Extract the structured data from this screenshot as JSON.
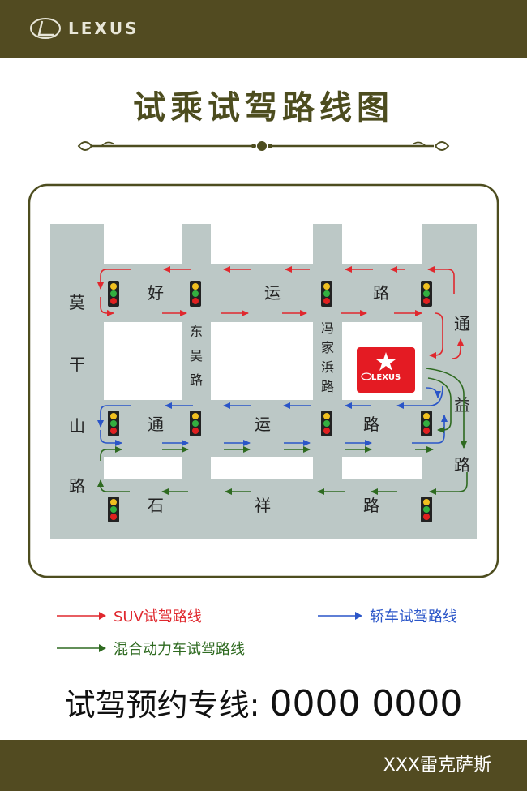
{
  "header": {
    "logo_text": "LEXUS"
  },
  "title": "试乘试驾路线图",
  "map": {
    "roads": {
      "left_road": [
        "莫",
        "干",
        "山",
        "路"
      ],
      "top_road": [
        "好",
        "运",
        "路"
      ],
      "middle_road": [
        "通",
        "运",
        "路"
      ],
      "bottom_road": [
        "石",
        "祥",
        "路"
      ],
      "dongwu_road": [
        "东",
        "吴",
        "路"
      ],
      "fengjia_road": [
        "冯",
        "家",
        "浜",
        "路"
      ],
      "right_road": [
        "通",
        "益",
        "路"
      ]
    },
    "dealer_logo": "LEXUS",
    "colors": {
      "road": "#bcc8c6",
      "suv": "#e0282e",
      "sedan": "#2a55c8",
      "hybrid": "#2e6a20",
      "dealer": "#e41b23"
    }
  },
  "legend": {
    "suv": "SUV试驾路线",
    "sedan": "轿车试驾路线",
    "hybrid": "混合动力车试驾路线"
  },
  "hotline": {
    "label": "试驾预约专线:",
    "number": "0000 0000"
  },
  "footer": {
    "dealer": "XXX雷克萨斯"
  }
}
